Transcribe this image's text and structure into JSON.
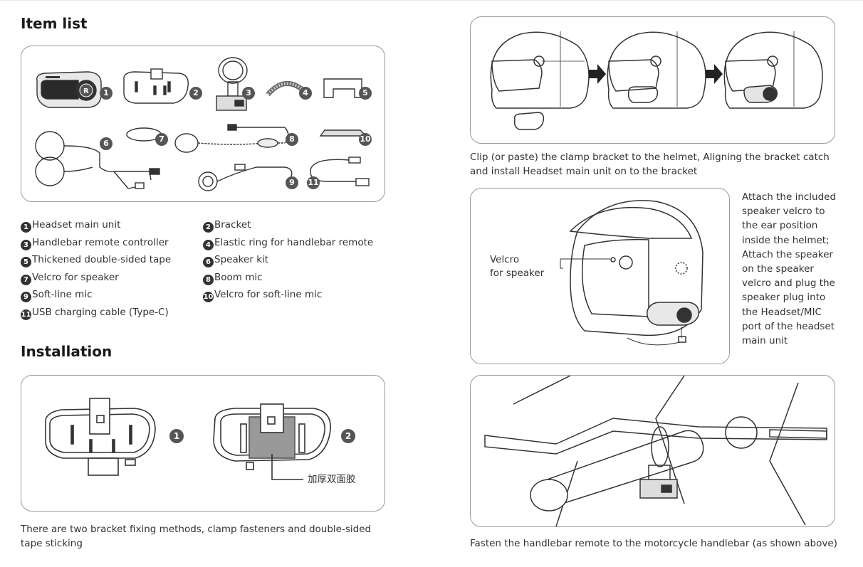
{
  "sections": {
    "item_list_title": "Item list",
    "installation_title": "Installation"
  },
  "items": [
    {
      "num": "1",
      "label": "Headset main unit"
    },
    {
      "num": "2",
      "label": "Bracket"
    },
    {
      "num": "3",
      "label": "Handlebar remote controller"
    },
    {
      "num": "4",
      "label": "Elastic ring for handlebar remote"
    },
    {
      "num": "5",
      "label": "Thickened double-sided tape"
    },
    {
      "num": "6",
      "label": "Speaker kit"
    },
    {
      "num": "7",
      "label": "Velcro for speaker"
    },
    {
      "num": "8",
      "label": "Boom mic"
    },
    {
      "num": "9",
      "label": "Soft-line mic"
    },
    {
      "num": "10",
      "label": "Velcro for soft-line mic"
    },
    {
      "num": "11",
      "label": "USB charging cable (Type-C)"
    }
  ],
  "installation": {
    "method1_num": "1",
    "method2_num": "2",
    "tape_label": "加厚双面胶",
    "caption": "There are two bracket fixing methods, clamp fasteners and double-sided tape sticking"
  },
  "helmet_steps": {
    "caption": "Clip (or paste) the clamp bracket to the helmet, Aligning the bracket catch and install Headset main unit on to the bracket"
  },
  "speaker_install": {
    "callout": "Velcro\nfor speaker",
    "callout_line1": "Velcro",
    "callout_line2": "for speaker",
    "description": "Attach the included speaker velcro to the ear position inside the helmet; Attach the speaker on the speaker velcro and plug the speaker plug into the Headset/MIC port of the headset main unit"
  },
  "handlebar": {
    "caption": "Fasten the handlebar remote to the motorcycle handlebar (as shown above)"
  }
}
